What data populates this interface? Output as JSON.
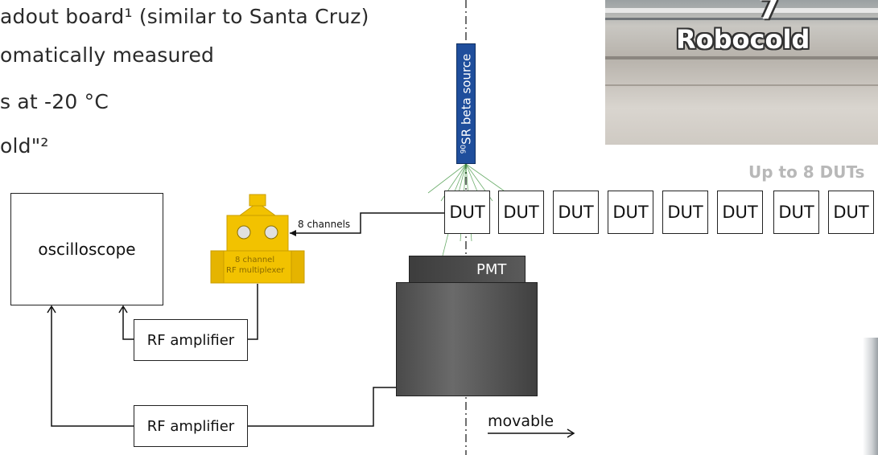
{
  "bullets": [
    "adout board¹ (similar to Santa Cruz)",
    "omatically measured",
    "s at -20 °C",
    "old\"²"
  ],
  "photo": {
    "label": "Robocold",
    "glyph": "7"
  },
  "upto_label": "Up to 8 DUTs",
  "beta_source": {
    "label_sup": "90",
    "label": "SR beta source"
  },
  "duts": [
    "DUT",
    "DUT",
    "DUT",
    "DUT",
    "DUT",
    "DUT",
    "DUT",
    "DUT"
  ],
  "oscilloscope": "oscilloscope",
  "multiplexer": {
    "line1": "8 channel",
    "line2": "RF multiplexer"
  },
  "channels_label": "8 channels",
  "amplifier_top": "RF amplifier",
  "amplifier_bottom": "RF amplifier",
  "pmt": "PMT",
  "movable": "movable",
  "colors": {
    "beta": "#1f4e9c",
    "multiplexer": "#f2c200",
    "pmt": "#4a4a4a"
  }
}
